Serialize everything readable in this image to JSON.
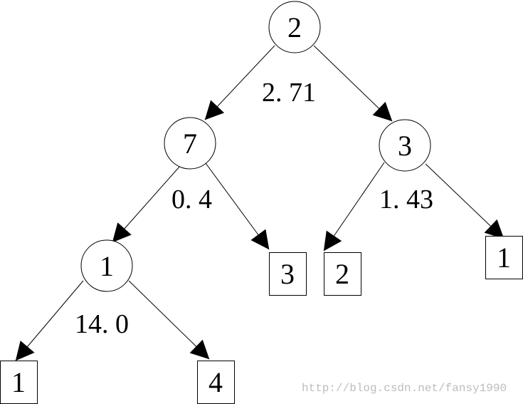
{
  "diagram": {
    "nodes": [
      {
        "id": "n1",
        "shape": "circle",
        "label": "2"
      },
      {
        "id": "n2",
        "shape": "circle",
        "label": "7"
      },
      {
        "id": "n3",
        "shape": "circle",
        "label": "3"
      },
      {
        "id": "n4",
        "shape": "circle",
        "label": "1"
      },
      {
        "id": "l1",
        "shape": "square",
        "label": "3"
      },
      {
        "id": "l2",
        "shape": "square",
        "label": "2"
      },
      {
        "id": "l3",
        "shape": "square",
        "label": "1"
      },
      {
        "id": "l4",
        "shape": "square",
        "label": "1"
      },
      {
        "id": "l5",
        "shape": "square",
        "label": "4"
      }
    ],
    "edges": [
      {
        "from": "n1",
        "to": "n2"
      },
      {
        "from": "n1",
        "to": "n3"
      },
      {
        "from": "n2",
        "to": "n4"
      },
      {
        "from": "n2",
        "to": "l1"
      },
      {
        "from": "n3",
        "to": "l2"
      },
      {
        "from": "n3",
        "to": "l3"
      },
      {
        "from": "n4",
        "to": "l4"
      },
      {
        "from": "n4",
        "to": "l5"
      }
    ],
    "split_values": [
      {
        "node": "n1",
        "label": "2. 71"
      },
      {
        "node": "n2",
        "label": "0. 4"
      },
      {
        "node": "n3",
        "label": "1. 43"
      },
      {
        "node": "n4",
        "label": "14. 0"
      }
    ]
  },
  "watermark": "http://blog.csdn.net/fansy1990",
  "colors": {
    "stroke": "#000000",
    "watermark": "#bdbdbd"
  }
}
